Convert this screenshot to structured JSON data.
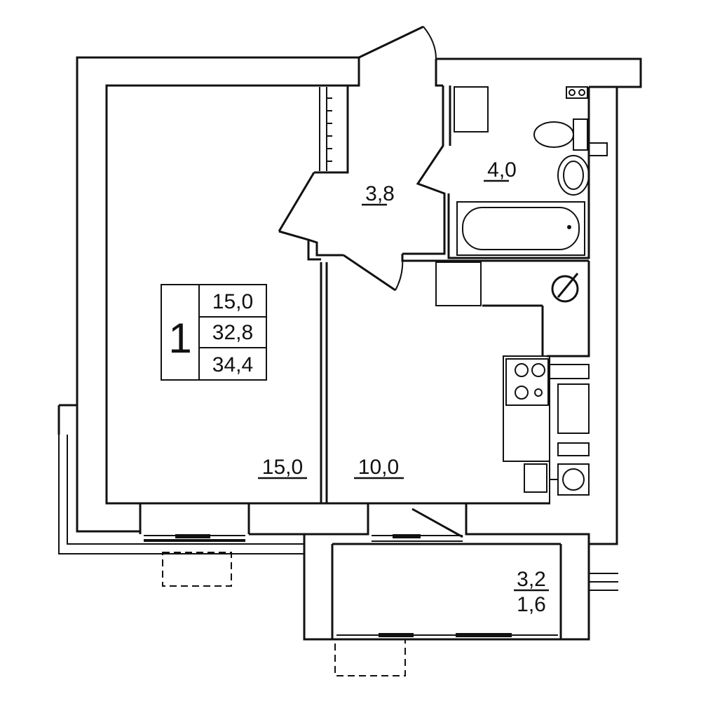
{
  "summary": {
    "rooms": "1",
    "living_area": "15,0",
    "total_area": "32,8",
    "total_area_with_balcony": "34,4"
  },
  "rooms": {
    "living_room": "15,0",
    "kitchen": "10,0",
    "hallway": "3,8",
    "bathroom": "4,0",
    "balcony_area": "3,2",
    "balcony_reduced_area": "1,6"
  }
}
